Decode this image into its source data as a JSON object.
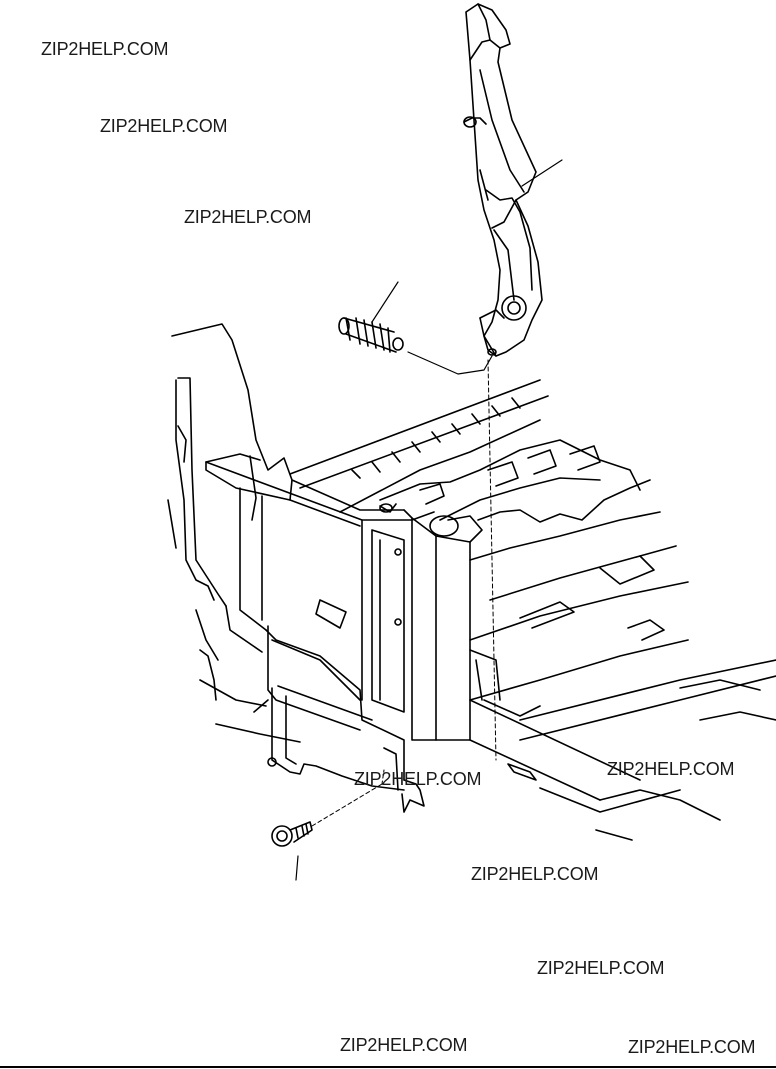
{
  "watermarks": [
    "ZIP2HELP.COM",
    "ZIP2HELP.COM",
    "ZIP2HELP.COM",
    "ZIP2HELP.COM",
    "ZIP2HELP.COM",
    "ZIP2HELP.COM",
    "ZIP2HELP.COM",
    "ZIP2HELP.COM",
    "ZIP2HELP.COM"
  ],
  "parts": [
    "lever",
    "spring",
    "side-frame",
    "screw"
  ],
  "colors": {
    "line": "#000000",
    "background": "#ffffff"
  }
}
